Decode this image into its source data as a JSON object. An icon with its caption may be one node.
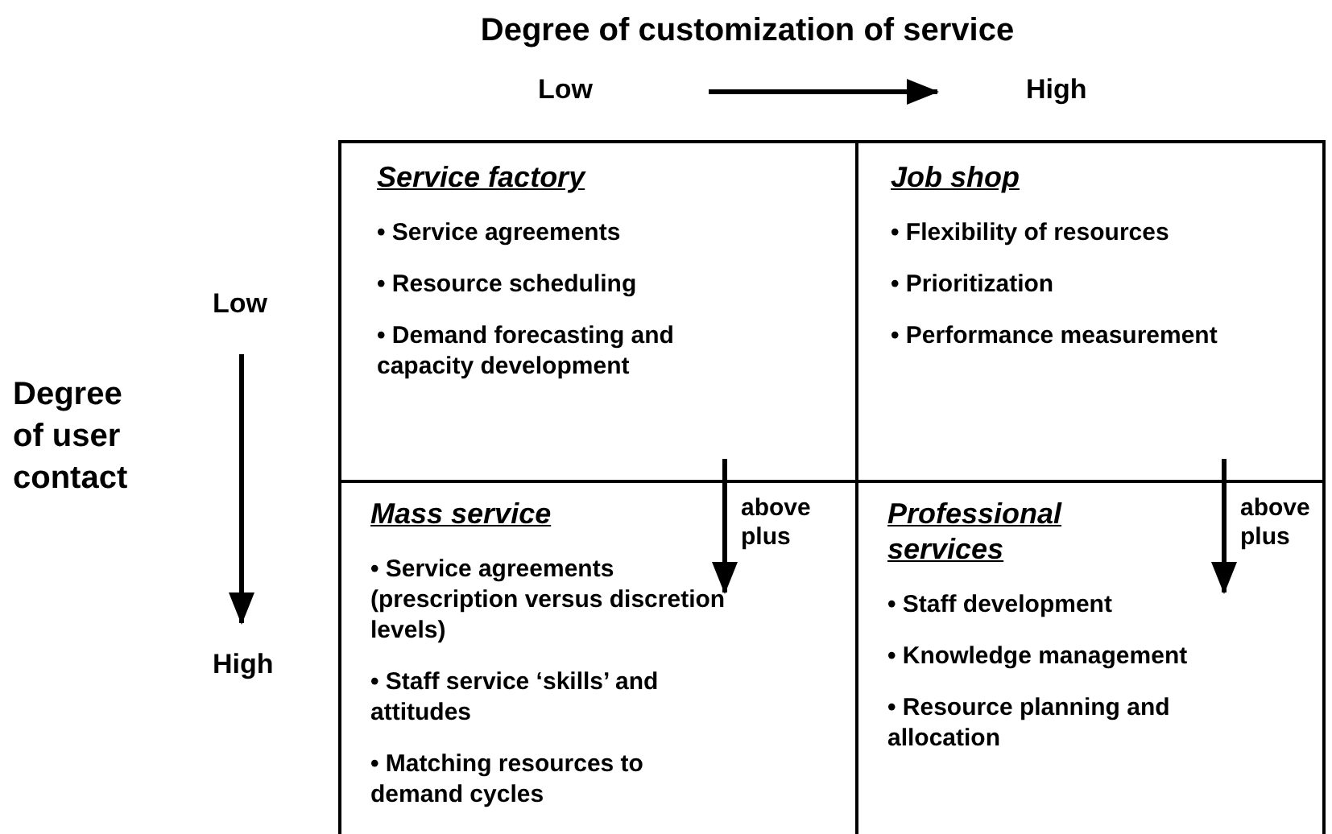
{
  "diagram": {
    "nodes": [
      {
        "text": [
          "Service factory",
          "• Service agreements",
          "• Resource scheduling",
          "• Demand forecasting and capacity development"
        ]
      },
      {
        "text": [
          "Job shop",
          "• Flexibility of resources",
          "• Prioritization",
          "• Performance measurement"
        ]
      },
      {
        "text": [
          "Mass service",
          "• Service agreements (prescription versus discretion levels)",
          "• Staff service ‘skills’ and attitudes",
          "• Matching resources to demand cycles"
        ]
      },
      {
        "text": [
          "Professional services",
          "• Staff development",
          "• Knowledge management",
          "• Resource planning and allocation"
        ]
      }
    ],
    "edges": [
      {
        "from": 0,
        "to": 2,
        "arrow": "to",
        "label": "above plus"
      },
      {
        "from": 1,
        "to": 3,
        "arrow": "to",
        "label": "above plus"
      }
    ],
    "labels": [
      "Degree of customization of service",
      "Low",
      "High",
      "Low",
      "Degree of user contact",
      "High"
    ]
  }
}
